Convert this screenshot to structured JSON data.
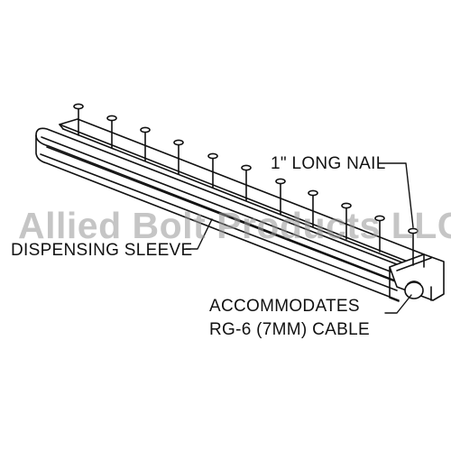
{
  "labels": {
    "nail": "1\" LONG NAIL",
    "sleeve": "DISPENSING SLEEVE",
    "cable_line1": "ACCOMMODATES",
    "cable_line2": "RG-6 (7MM) CABLE"
  },
  "watermark": "Allied Bolt Products LLC",
  "colors": {
    "line": "#111111",
    "watermark": "#969696"
  }
}
